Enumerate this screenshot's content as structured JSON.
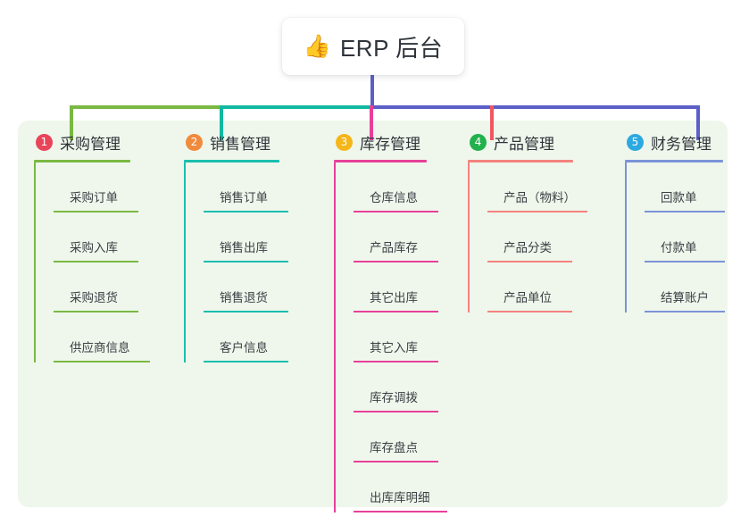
{
  "root": {
    "icon": "thumbs-up-icon",
    "icon_glyph": "👍",
    "title": "ERP 后台"
  },
  "panel": {
    "background_color": "#eff7ec"
  },
  "connectors": {
    "stem_color": "#5b5fc7",
    "bus_colors": [
      "#7ab843",
      "#10b9a0",
      "#5b5fc7"
    ],
    "drop_colors": [
      "#7ab843",
      "#10b9a0",
      "#e8409a",
      "#f2575f",
      "#5b5fc7"
    ]
  },
  "columns": [
    {
      "index": "1",
      "badge_color": "#e8445a",
      "accent_color": "#7ab843",
      "title": "采购管理",
      "items": [
        "采购订单",
        "采购入库",
        "采购退货",
        "供应商信息"
      ]
    },
    {
      "index": "2",
      "badge_color": "#f08a3c",
      "accent_color": "#19bfae",
      "title": "销售管理",
      "items": [
        "销售订单",
        "销售出库",
        "销售退货",
        "客户信息"
      ]
    },
    {
      "index": "3",
      "badge_color": "#f5b61a",
      "accent_color": "#e8409a",
      "title": "库存管理",
      "items": [
        "仓库信息",
        "产品库存",
        "其它出库",
        "其它入库",
        "库存调拨",
        "库存盘点",
        "出库库明细"
      ]
    },
    {
      "index": "4",
      "badge_color": "#22b14c",
      "accent_color": "#f4827e",
      "title": "产品管理",
      "items": [
        "产品（物料）",
        "产品分类",
        "产品单位"
      ]
    },
    {
      "index": "5",
      "badge_color": "#2ca9e0",
      "accent_color": "#7b93d8",
      "title": "财务管理",
      "items": [
        "回款单",
        "付款单",
        "结算账户"
      ]
    }
  ]
}
